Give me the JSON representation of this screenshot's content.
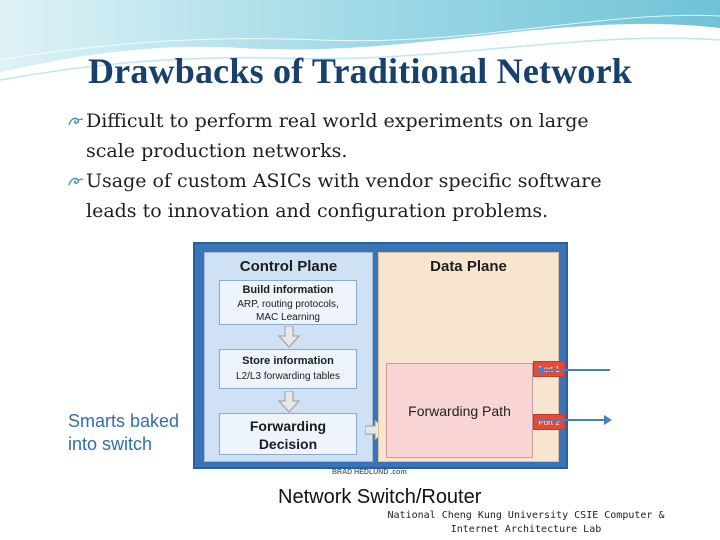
{
  "slide": {
    "title": "Drawbacks of Traditional Network",
    "bullets": [
      {
        "line1": "Difficult to perform real world experiments on large",
        "line2": "scale production networks."
      },
      {
        "line1": "Usage of custom ASICs with vendor specific software",
        "line2": "leads to innovation and configuration problems."
      }
    ],
    "bullet_icon": "curl-bullet-icon",
    "footer": {
      "line1": "National Cheng Kung University CSIE Computer &",
      "line2": "Internet Architecture Lab"
    }
  },
  "diagram": {
    "side_label_line1": "Smarts baked",
    "side_label_line2": "into switch",
    "control_plane": "Control Plane",
    "data_plane": "Data Plane",
    "build_title": "Build information",
    "build_line1": "ARP, routing protocols,",
    "build_line2": "MAC Learning",
    "store_title": "Store information",
    "store_line1": "L2/L3 forwarding tables",
    "decision_line1": "Forwarding",
    "decision_line2": "Decision",
    "forwarding_path": "Forwarding Path",
    "port1": "Port 1",
    "port2": "Port 2",
    "credit": "BRAD HEDLUND .com",
    "caption": "Network Switch/Router"
  },
  "colors": {
    "title": "#17406d",
    "switch_frame": "#3a73b7",
    "control_plane_bg": "#cfe1f5",
    "data_plane_bg": "#f7e5cf",
    "forwarding_path_bg": "#f8d4d4",
    "port": "#e24b3a",
    "side_label": "#2f6fae",
    "header_wave": "#6cc3d8"
  }
}
